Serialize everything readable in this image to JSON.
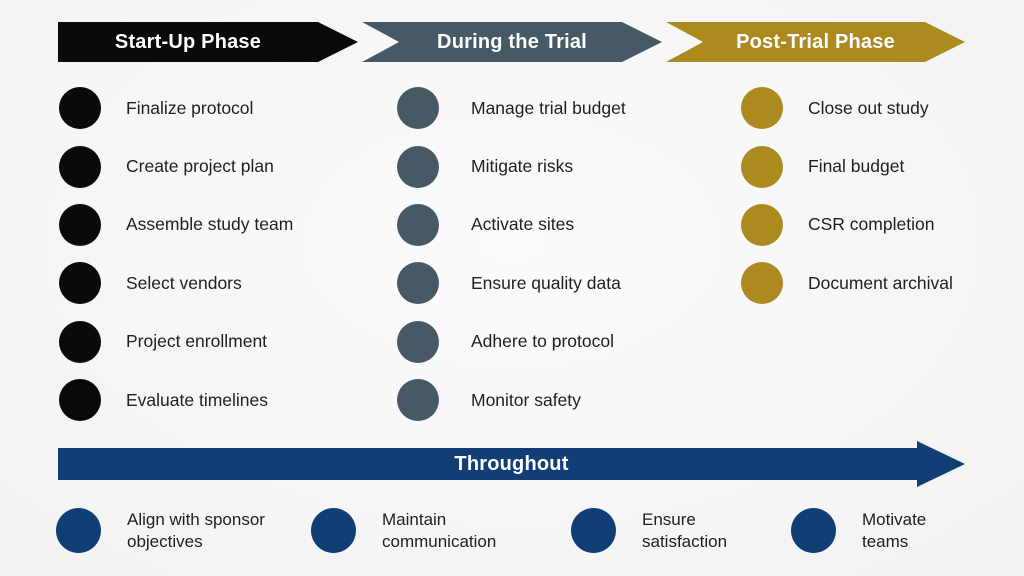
{
  "phases": [
    {
      "label": "Start-Up Phase",
      "color": "#0a0a0a",
      "items": [
        "Finalize protocol",
        "Create project plan",
        "Assemble study team",
        "Select vendors",
        "Project enrollment",
        "Evaluate timelines"
      ]
    },
    {
      "label": "During the Trial",
      "color": "#485966",
      "items": [
        "Manage trial budget",
        "Mitigate risks",
        "Activate sites",
        "Ensure quality data",
        "Adhere to protocol",
        "Monitor safety"
      ]
    },
    {
      "label": "Post-Trial Phase",
      "color": "#ac8a20",
      "items": [
        "Close out study",
        "Final budget",
        "CSR completion",
        "Document archival"
      ]
    }
  ],
  "throughout": {
    "label": "Throughout",
    "color": "#123e76",
    "items": [
      "Align with sponsor objectives",
      "Maintain communication",
      "Ensure satisfaction",
      "Motivate teams"
    ]
  }
}
